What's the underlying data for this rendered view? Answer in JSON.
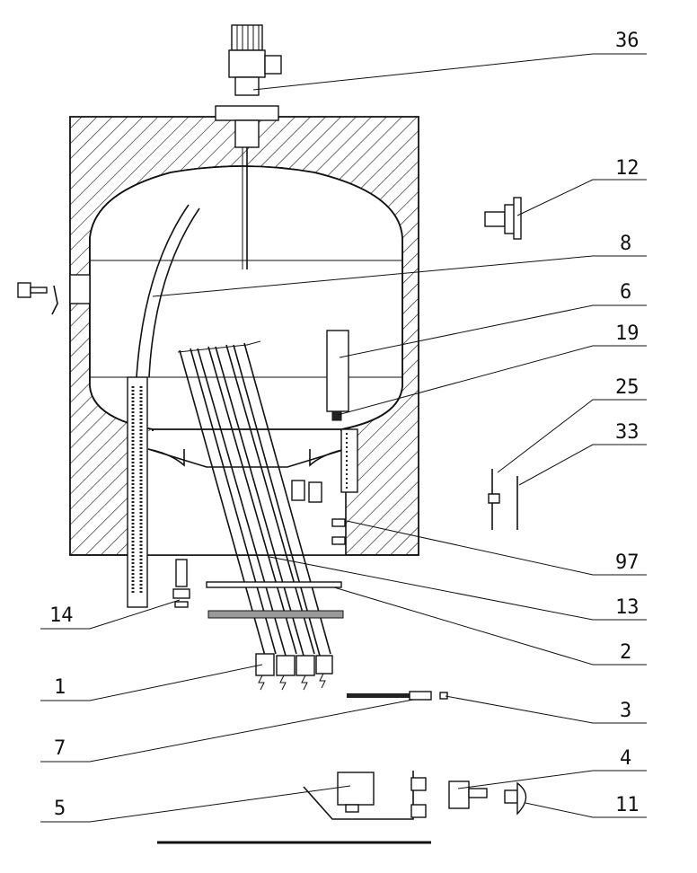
{
  "diagram": {
    "callouts": [
      {
        "id": "36",
        "label": "36"
      },
      {
        "id": "12",
        "label": "12"
      },
      {
        "id": "8",
        "label": "8"
      },
      {
        "id": "6",
        "label": "6"
      },
      {
        "id": "19",
        "label": "19"
      },
      {
        "id": "25",
        "label": "25"
      },
      {
        "id": "33",
        "label": "33"
      },
      {
        "id": "97",
        "label": "97"
      },
      {
        "id": "13",
        "label": "13"
      },
      {
        "id": "2",
        "label": "2"
      },
      {
        "id": "14",
        "label": "14"
      },
      {
        "id": "1",
        "label": "1"
      },
      {
        "id": "3",
        "label": "3"
      },
      {
        "id": "7",
        "label": "7"
      },
      {
        "id": "4",
        "label": "4"
      },
      {
        "id": "5",
        "label": "5"
      },
      {
        "id": "11",
        "label": "11"
      }
    ],
    "line_color": "#111111",
    "background": "#ffffff"
  }
}
